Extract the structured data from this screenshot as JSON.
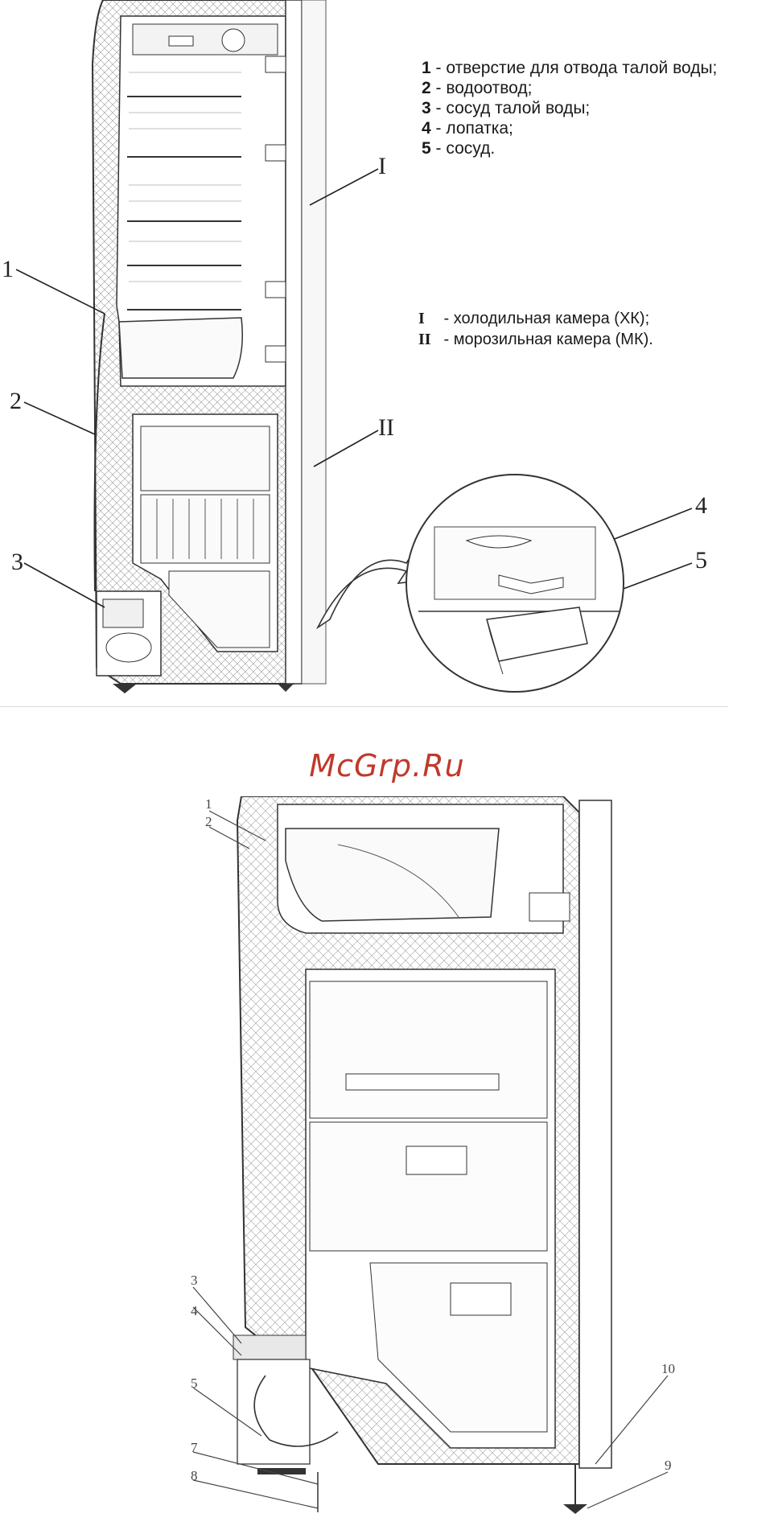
{
  "watermark": "McGrp.Ru",
  "figure1": {
    "legend_parts": [
      {
        "num": "1",
        "text": " - отверстие для отвода талой воды;"
      },
      {
        "num": "2",
        "text": " - водоотвод;"
      },
      {
        "num": "3",
        "text": " - сосуд талой воды;"
      },
      {
        "num": "4",
        "text": " - лопатка;"
      },
      {
        "num": "5",
        "text": " - сосуд."
      }
    ],
    "legend_chambers": [
      {
        "num": "I",
        "text": " -  холодильная камера (ХК);"
      },
      {
        "num": "II",
        "text": " -  морозильная камера (МК)."
      }
    ],
    "callouts": [
      "1",
      "2",
      "3",
      "I",
      "II",
      "4",
      "5"
    ]
  },
  "figure2": {
    "callouts": [
      "1",
      "2",
      "3",
      "4",
      "5",
      "7",
      "8",
      "10",
      "9"
    ]
  }
}
